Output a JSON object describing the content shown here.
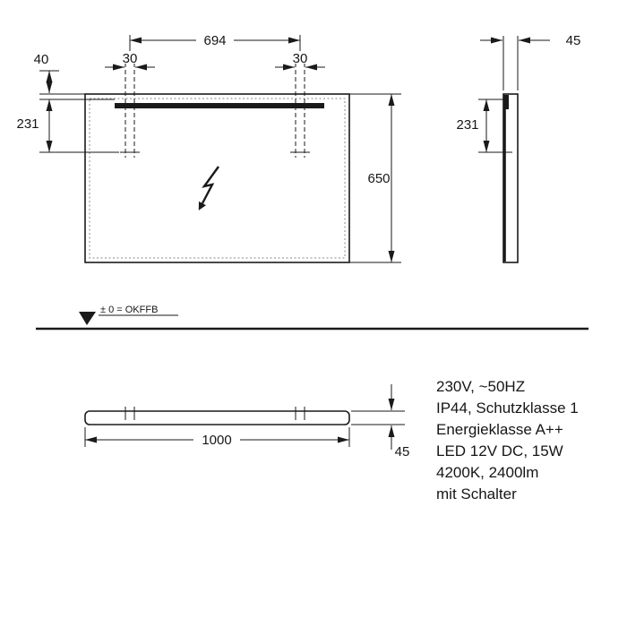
{
  "front_view": {
    "dim_width_between_mounts": "694",
    "dim_mount_spacing_left": "30",
    "dim_mount_spacing_right": "30",
    "dim_top_offset": "40",
    "dim_mount_drop": "231",
    "dim_height": "650"
  },
  "side_view": {
    "dim_depth": "45",
    "dim_mount_drop": "231"
  },
  "ground": {
    "label": "± 0 = OKFFB"
  },
  "bottom_view": {
    "dim_width": "1000",
    "dim_depth": "45"
  },
  "specs": {
    "lines": [
      "230V, ~50HZ",
      "IP44, Schutzklasse 1",
      "Energieklasse A++",
      "LED 12V DC, 15W",
      "4200K, 2400lm",
      "mit Schalter"
    ]
  }
}
